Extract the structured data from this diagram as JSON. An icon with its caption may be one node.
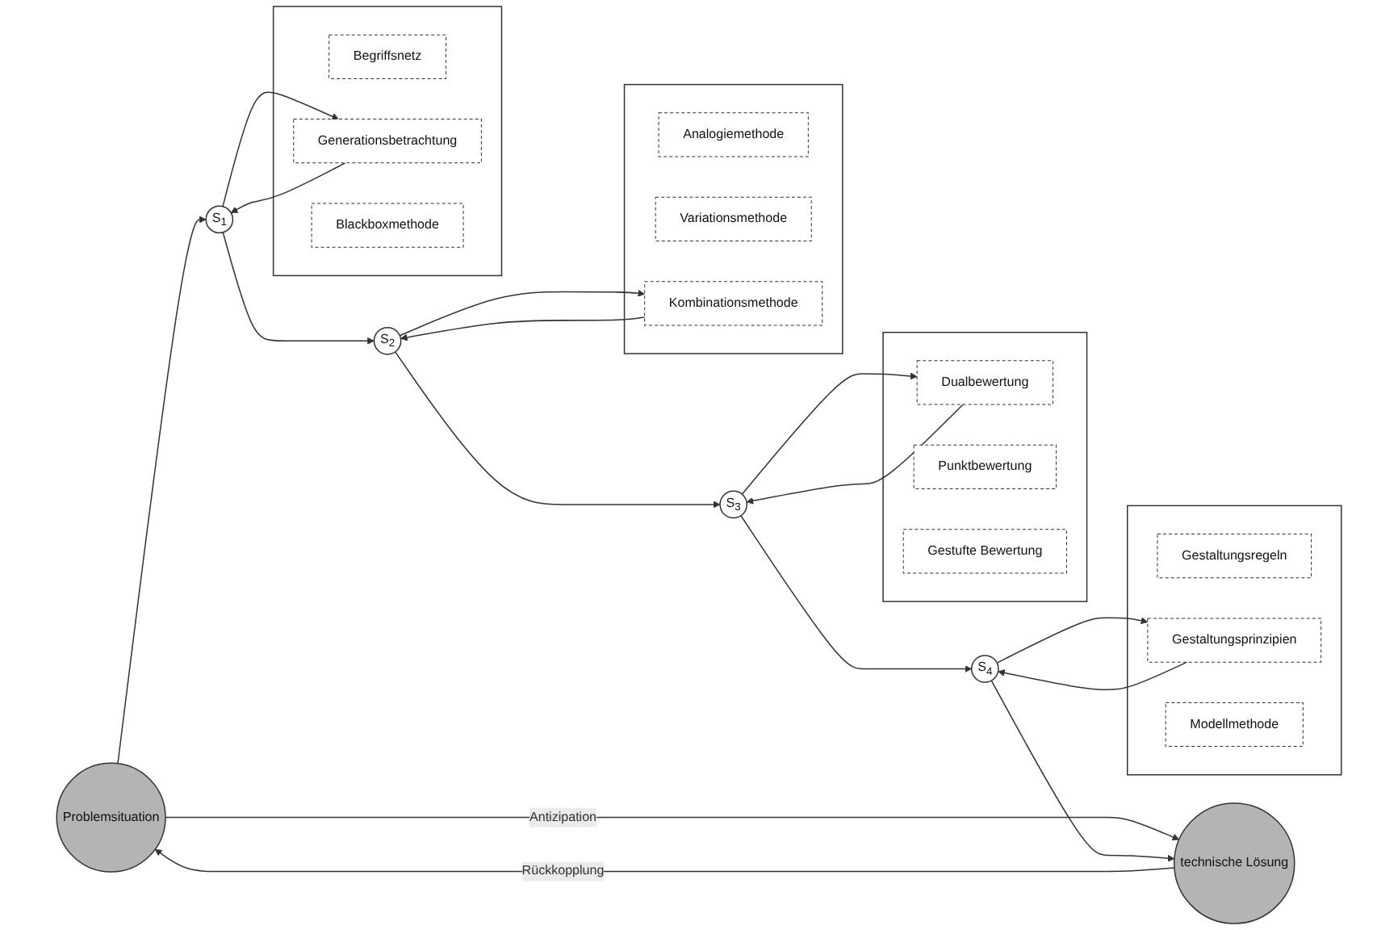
{
  "diagram": {
    "nodes": [
      {
        "text": [
          "Problemsituation"
        ]
      },
      {
        "text": [
          "S$_{1}$"
        ]
      },
      {
        "text": [
          "S$_{2}$"
        ]
      },
      {
        "text": [
          "S$_{3}$"
        ]
      },
      {
        "text": [
          "S$_{4}$"
        ]
      },
      {
        "text": [
          "technische Lösung"
        ]
      },
      {
        "text": [],
        "shape": "box"
      },
      {
        "text": [
          "Begriffsnetz"
        ],
        "in": 6
      },
      {
        "text": [
          "Generationsbetrachtung"
        ],
        "in": 6
      },
      {
        "text": [
          "Blackboxmethode"
        ],
        "in": 6
      },
      {
        "text": [],
        "shape": "box"
      },
      {
        "text": [
          "Gestaltungsregeln"
        ],
        "in": 10
      },
      {
        "text": [
          "Gestaltungsprinzipien"
        ],
        "in": 10
      },
      {
        "text": [
          "Modellmethode"
        ],
        "in": 10
      },
      {
        "text": [],
        "shape": "box"
      },
      {
        "text": [
          "Analogiemethode"
        ],
        "in": 14
      },
      {
        "text": [
          "Variationsmethode"
        ],
        "in": 14
      },
      {
        "text": [
          "Kombinationsmethode"
        ],
        "in": 14
      },
      {
        "text": [],
        "shape": "box"
      },
      {
        "text": [
          "Dualbewertung"
        ],
        "in": 18
      },
      {
        "text": [
          "Punktbewertung"
        ],
        "in": 18
      },
      {
        "text": [
          "Gestufte Bewertung"
        ],
        "in": 18
      }
    ],
    "edges": [
      {
        "from": 0,
        "to": 5,
        "arrow": "to",
        "label": "Antizipation"
      },
      {
        "from": 5,
        "to": 0,
        "arrow": "to",
        "label": "Rückkopplung"
      },
      {
        "from": 0,
        "to": 1,
        "arrow": "to"
      },
      {
        "from": 1,
        "to": 2,
        "arrow": "to"
      },
      {
        "from": 2,
        "to": 3,
        "arrow": "to"
      },
      {
        "from": 3,
        "to": 4,
        "arrow": "to"
      },
      {
        "from": 4,
        "to": 5,
        "arrow": "to"
      },
      {
        "from": 1,
        "to": 8,
        "arrow": "to"
      },
      {
        "from": 8,
        "to": 1,
        "arrow": "to"
      },
      {
        "from": 2,
        "to": 17,
        "arrow": "to"
      },
      {
        "from": 17,
        "to": 2,
        "arrow": "to"
      },
      {
        "from": 3,
        "to": 19,
        "arrow": "to"
      },
      {
        "from": 19,
        "to": 3,
        "arrow": "to"
      },
      {
        "from": 4,
        "to": 12,
        "arrow": "to"
      },
      {
        "from": 12,
        "to": 4,
        "arrow": "to"
      }
    ]
  }
}
